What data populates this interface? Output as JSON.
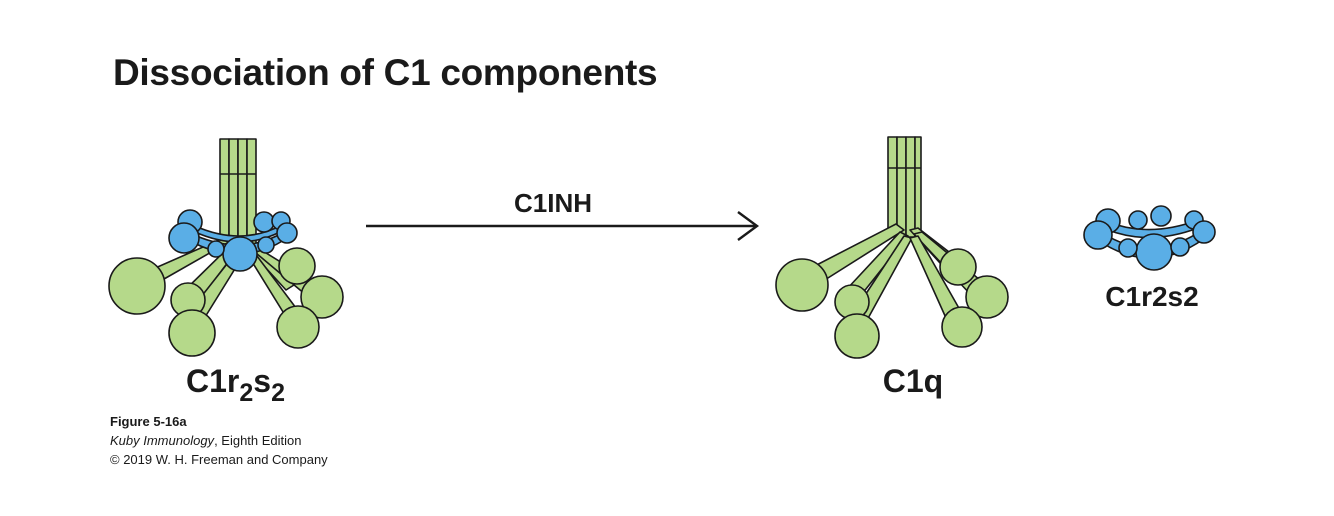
{
  "title": "Dissociation of C1 components",
  "arrow_label": "C1INH",
  "complex": {
    "label_main": "C1r",
    "label_sub1": "2",
    "label_mid": "s",
    "label_sub2": "2"
  },
  "c1q_label": "C1q",
  "free_label": "C1r2s2",
  "credit": {
    "figure": "Figure 5-16a",
    "book_title": "Kuby Immunology",
    "edition": ", Eighth Edition",
    "copyright": "© 2019 W. H. Freeman and Company"
  },
  "colors": {
    "c1q_green": "#b5d98a",
    "c1rs_blue": "#5aaee6",
    "outline": "#1a1a1a"
  }
}
